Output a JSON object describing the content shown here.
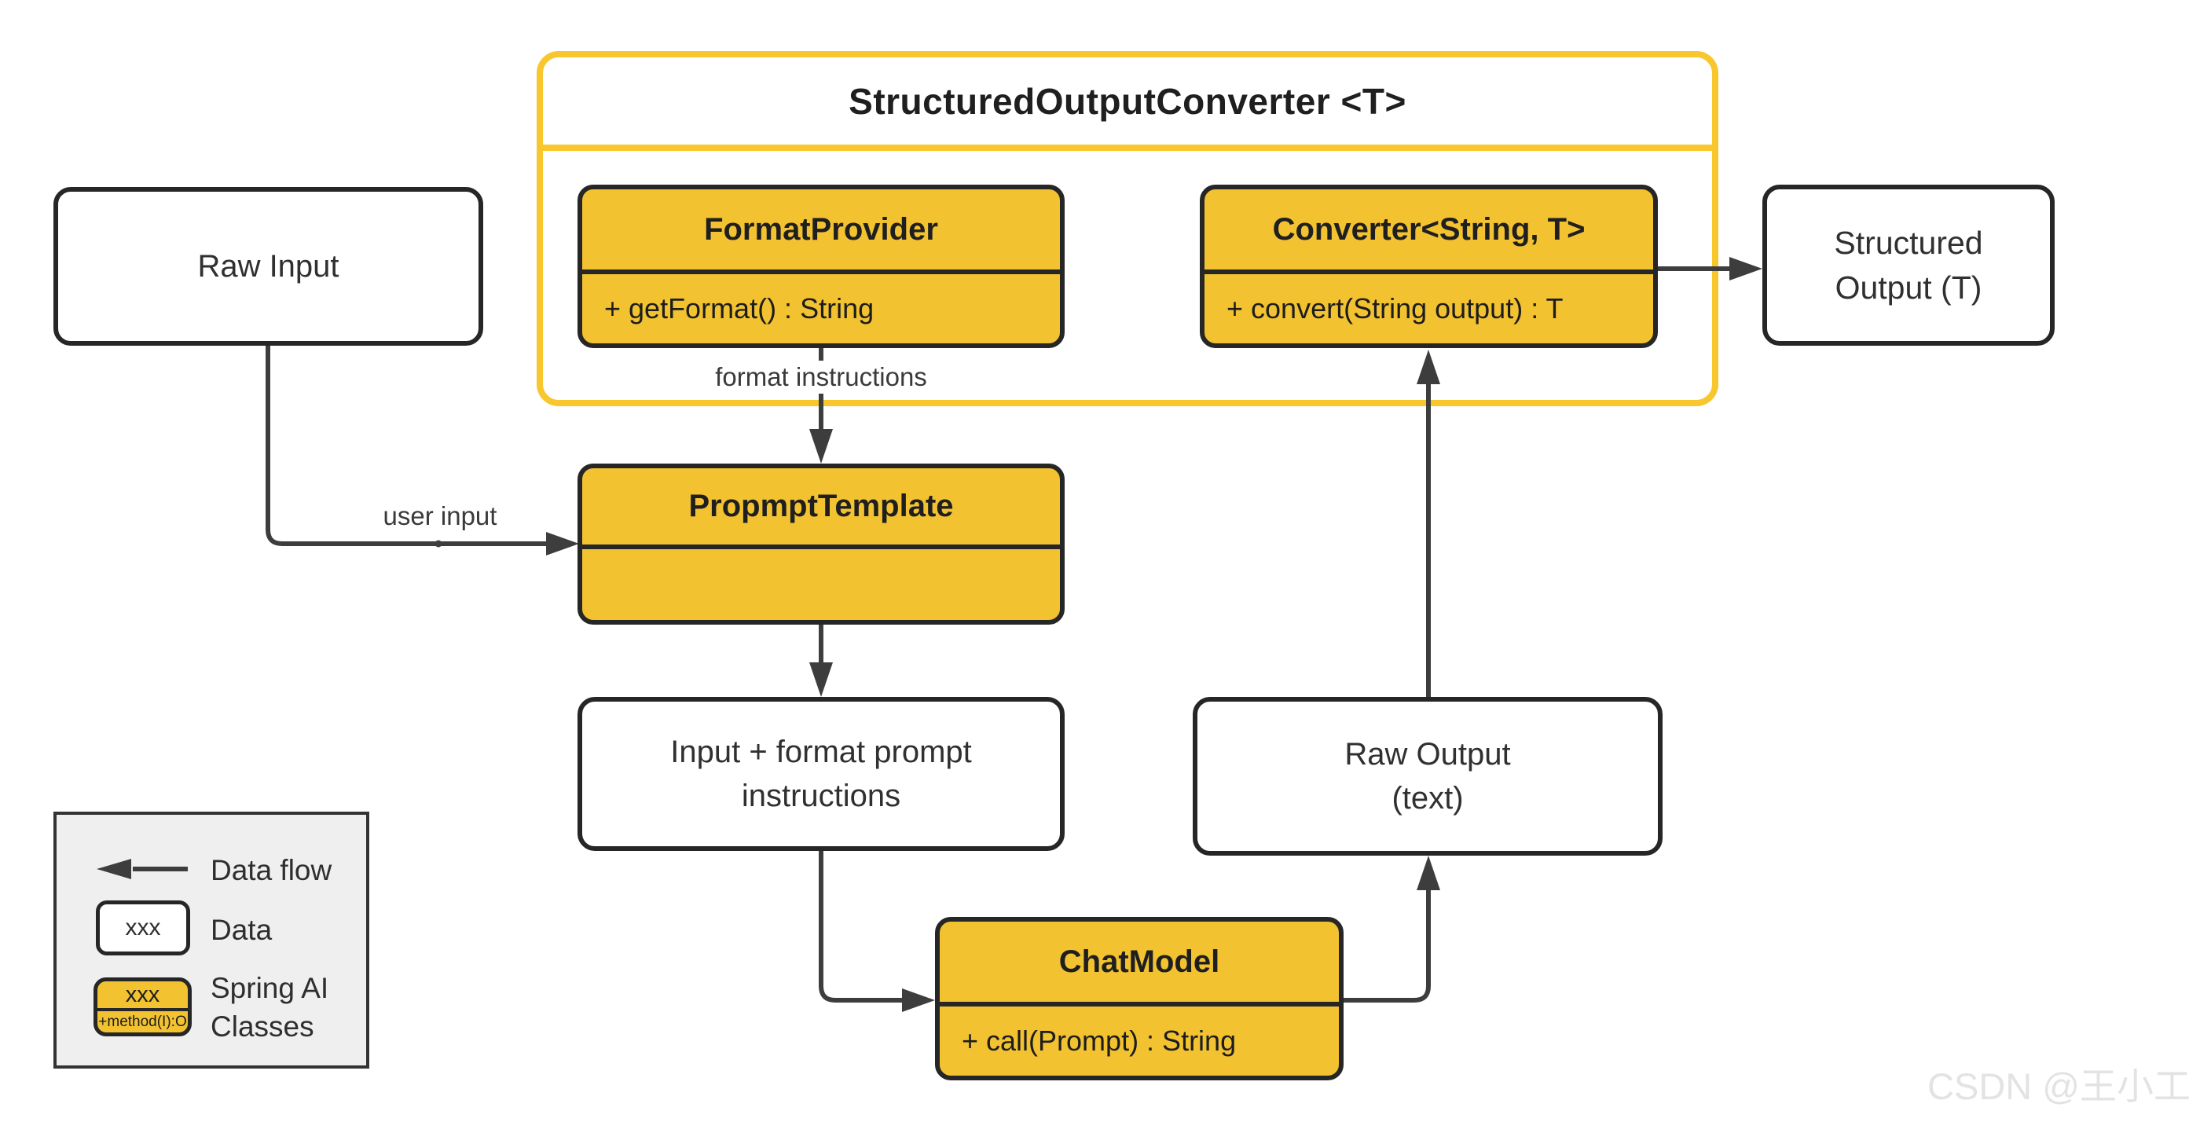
{
  "diagram": {
    "container": {
      "title": "StructuredOutputConverter <T>"
    },
    "classes": {
      "format_provider": {
        "name": "FormatProvider",
        "method": "+ getFormat() : String"
      },
      "converter": {
        "name": "Converter<String, T>",
        "method": "+ convert(String output) : T"
      },
      "prompt_template": {
        "name": "PropmptTemplate"
      },
      "chat_model": {
        "name": "ChatModel",
        "method": "+ call(Prompt) : String"
      }
    },
    "data_nodes": {
      "raw_input": "Raw Input",
      "input_format": "Input + format prompt\ninstructions",
      "raw_output": "Raw Output\n(text)",
      "structured_output": "Structured\nOutput (T)"
    },
    "edge_labels": {
      "format_instructions": "format instructions",
      "user_input": "user input"
    }
  },
  "legend": {
    "data_flow_label": "Data flow",
    "data_sample": "xxx",
    "data_label": "Data",
    "class_sample": "xxx",
    "class_method": "+method(I):O",
    "class_label": "Spring AI\nClasses"
  },
  "watermark": "CSDN @王小工",
  "colors": {
    "class_fill": "#F2C230",
    "container_border": "#F8C62D",
    "box_border": "#262626",
    "arrow_stroke": "#3D3D3D",
    "legend_bg": "#EFEFEF"
  }
}
